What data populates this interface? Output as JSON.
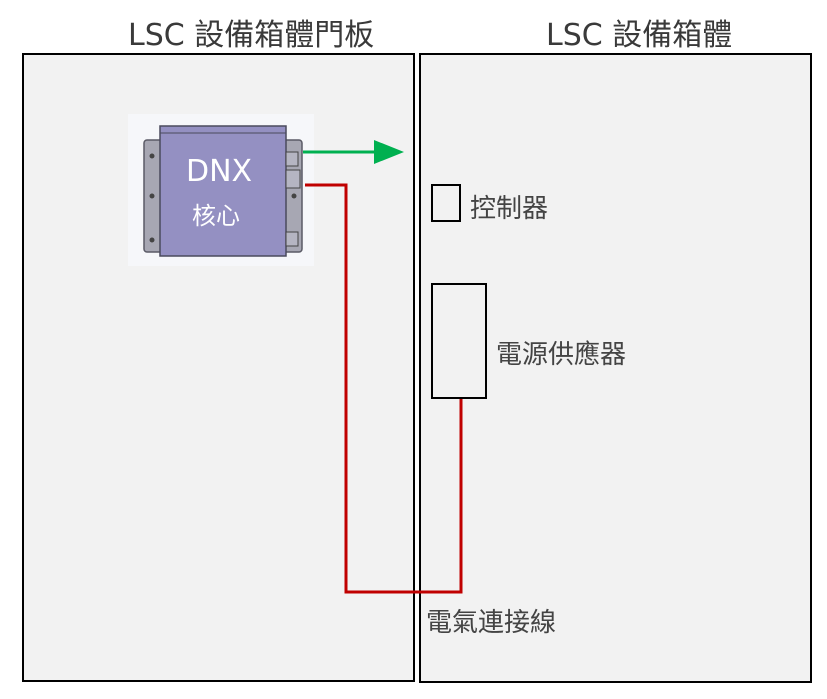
{
  "titles": {
    "left": "LSC 設備箱體門板",
    "right": "LSC 設備箱體"
  },
  "device": {
    "name_line1": "DNX",
    "name_line2": "核心",
    "body_color": "#9490c2"
  },
  "components": {
    "controller": "控制器",
    "power_supply": "電源供應器",
    "cable": "電氣連接線"
  },
  "colors": {
    "signal_arrow": "#00b050",
    "power_cable": "#c00000",
    "panel_fill": "#f2f2f2"
  }
}
